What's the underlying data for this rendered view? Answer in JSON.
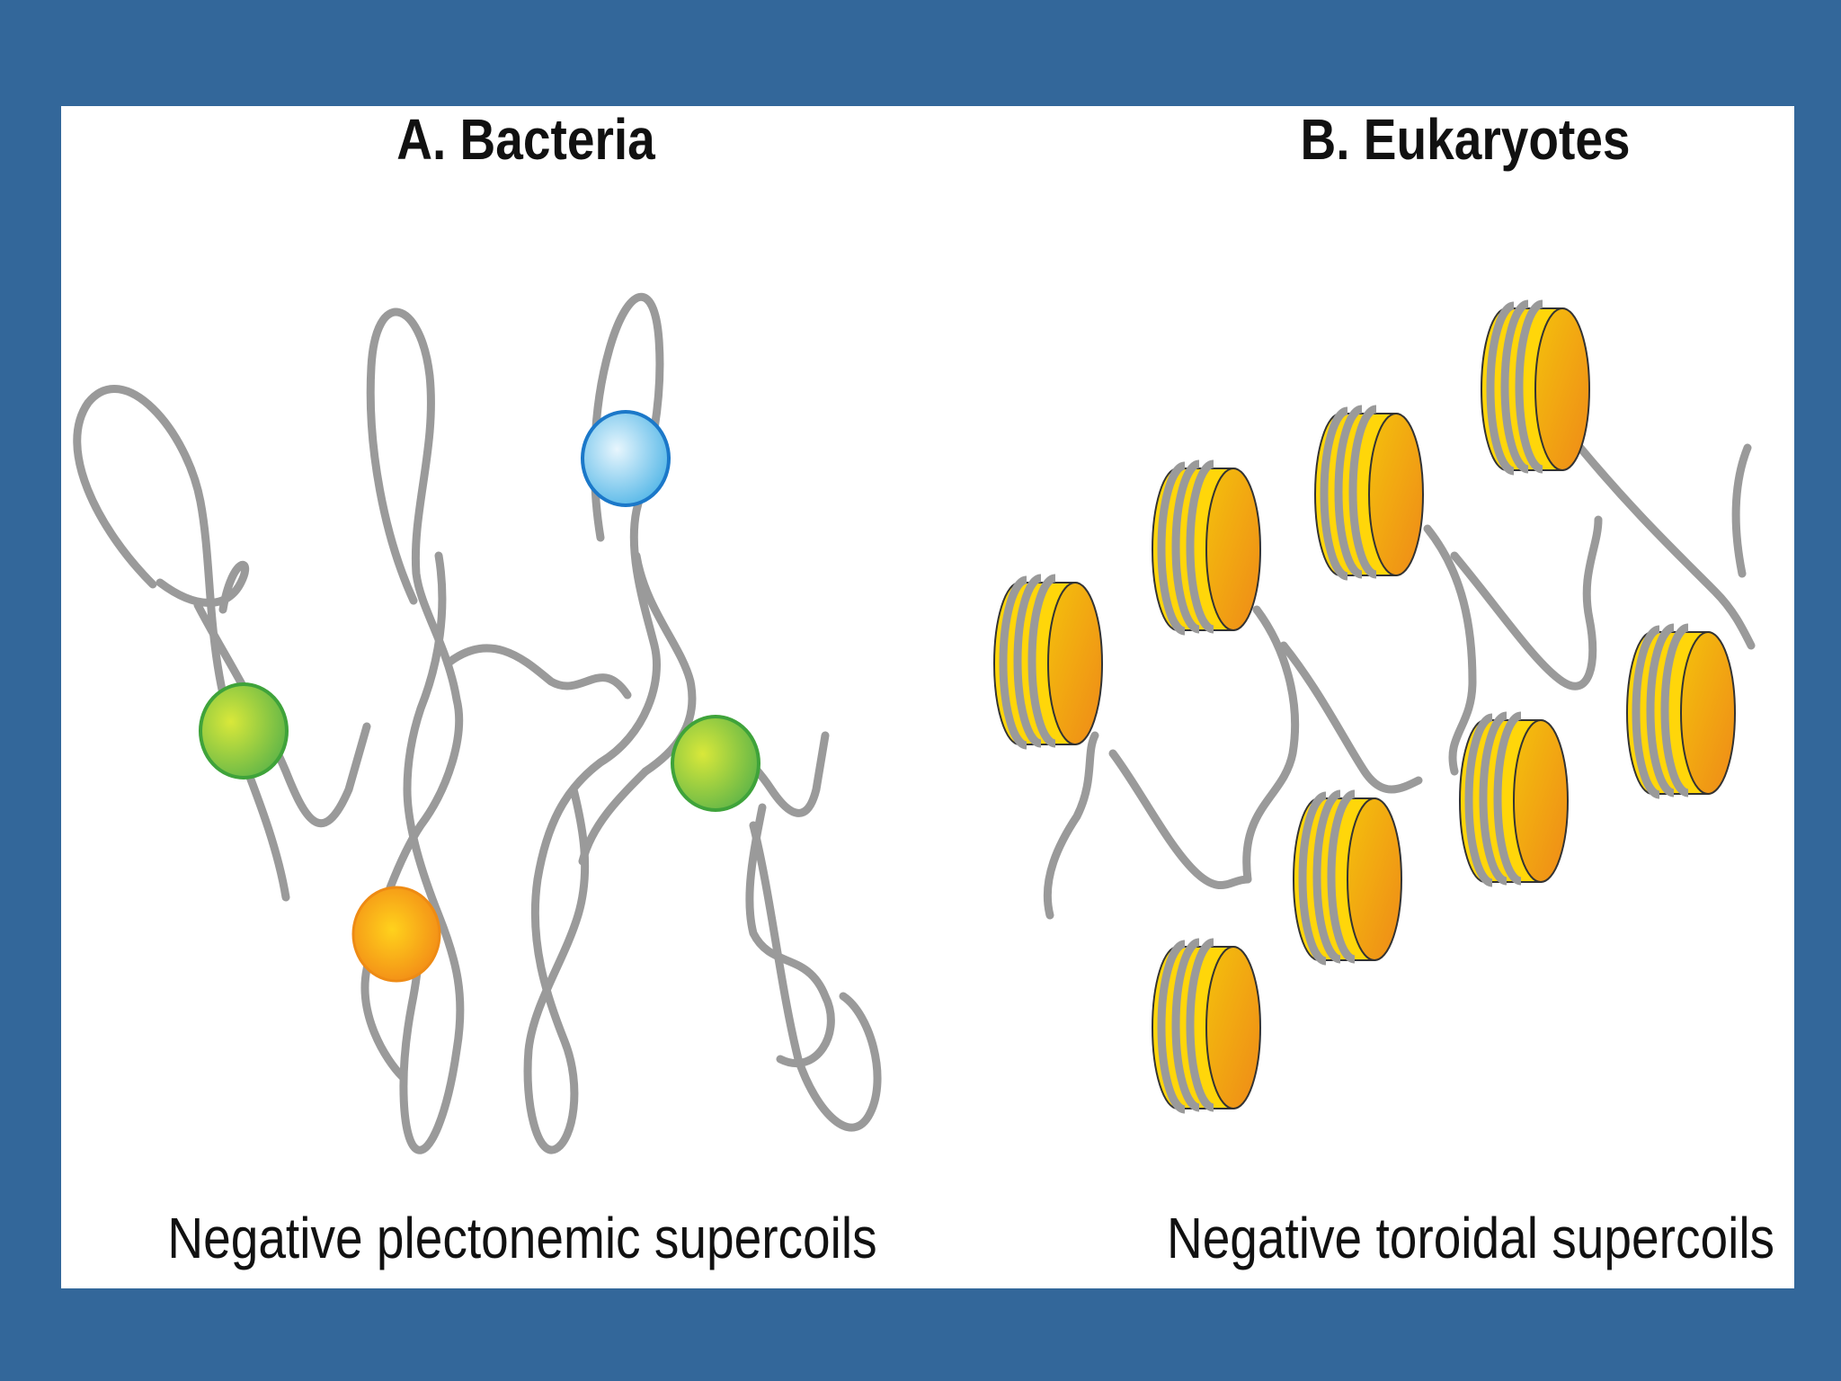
{
  "panel_a": {
    "title": "A. Bacteria",
    "caption": "Negative plectonemic supercoils"
  },
  "panel_b": {
    "title": "B. Eukaryotes",
    "caption": "Negative toroidal supercoils"
  },
  "colors": {
    "background": "#33679a",
    "panel": "#ffffff",
    "dna_strand": "#9a9a9a",
    "protein_green": "#7cc242",
    "protein_blue": "#6cc6ec",
    "protein_orange": "#f59a1e",
    "nucleosome_yellow": "#ffd60a",
    "nucleosome_orange": "#f28c18"
  },
  "legend_icons": [
    "dna-strand",
    "protein-dot",
    "nucleosome-cylinder"
  ]
}
